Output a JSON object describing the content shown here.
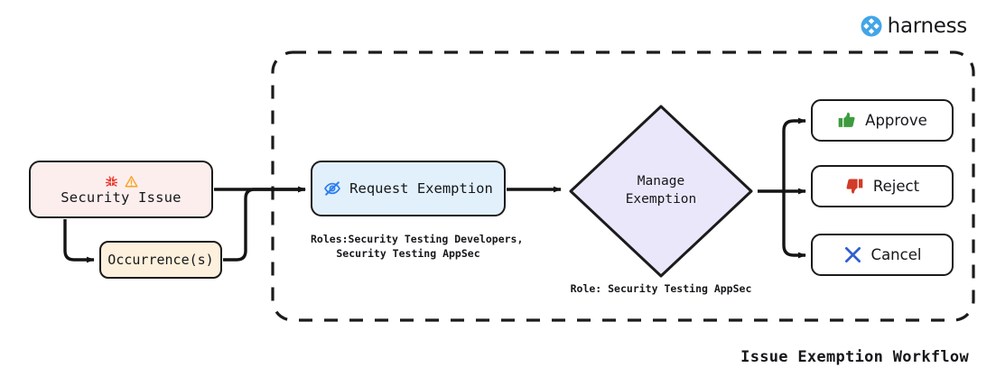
{
  "brand": {
    "name": "harness",
    "logo_icon": "harness-logo-icon",
    "logo_color": "#42a5e8"
  },
  "caption": "Issue Exemption Workflow",
  "diagram": {
    "type": "flowchart",
    "direction": "left-to-right",
    "boundary": {
      "name": "exemption-boundary",
      "style": "dashed",
      "color": "#1b1b1b"
    },
    "nodes": [
      {
        "id": "security-issue",
        "label": "Security Issue",
        "shape": "rounded-rect",
        "fill": "#fdeeee",
        "stroke": "#1b1b1b",
        "icons": [
          "bug-icon",
          "warning-icon"
        ],
        "icon_colors": [
          "#e8382a",
          "#f5a623"
        ]
      },
      {
        "id": "occurrences",
        "label": "Occurrence(s)",
        "shape": "rounded-rect",
        "fill": "#fdf0dc",
        "stroke": "#1b1b1b"
      },
      {
        "id": "request-exemption",
        "label": "Request Exemption",
        "shape": "rounded-rect",
        "fill": "#e2f0fb",
        "stroke": "#1b1b1b",
        "icons": [
          "eye-slash-icon"
        ],
        "icon_colors": [
          "#2d7ff0"
        ],
        "sublabel": "Roles:Security Testing Developers,\nSecurity Testing AppSec"
      },
      {
        "id": "manage-exemption",
        "label_line1": "Manage",
        "label_line2": "Exemption",
        "shape": "diamond",
        "fill": "#ebe7fb",
        "stroke": "#1b1b1b",
        "sublabel": "Role: Security Testing AppSec"
      },
      {
        "id": "approve",
        "label": "Approve",
        "shape": "rounded-rect",
        "fill": "#ffffff",
        "stroke": "#1b1b1b",
        "icons": [
          "thumbs-up-icon"
        ],
        "icon_colors": [
          "#3d9c3d"
        ]
      },
      {
        "id": "reject",
        "label": "Reject",
        "shape": "rounded-rect",
        "fill": "#ffffff",
        "stroke": "#1b1b1b",
        "icons": [
          "thumbs-down-icon"
        ],
        "icon_colors": [
          "#d13b27"
        ]
      },
      {
        "id": "cancel",
        "label": "Cancel",
        "shape": "rounded-rect",
        "fill": "#ffffff",
        "stroke": "#1b1b1b",
        "icons": [
          "close-x-icon"
        ],
        "icon_colors": [
          "#2f5fd0"
        ]
      }
    ],
    "edges": [
      {
        "from": "security-issue",
        "to": "occurrences"
      },
      {
        "from": "security-issue",
        "to": "request-exemption"
      },
      {
        "from": "occurrences",
        "to": "request-exemption"
      },
      {
        "from": "request-exemption",
        "to": "manage-exemption"
      },
      {
        "from": "manage-exemption",
        "to": "approve"
      },
      {
        "from": "manage-exemption",
        "to": "reject"
      },
      {
        "from": "manage-exemption",
        "to": "cancel"
      }
    ]
  }
}
